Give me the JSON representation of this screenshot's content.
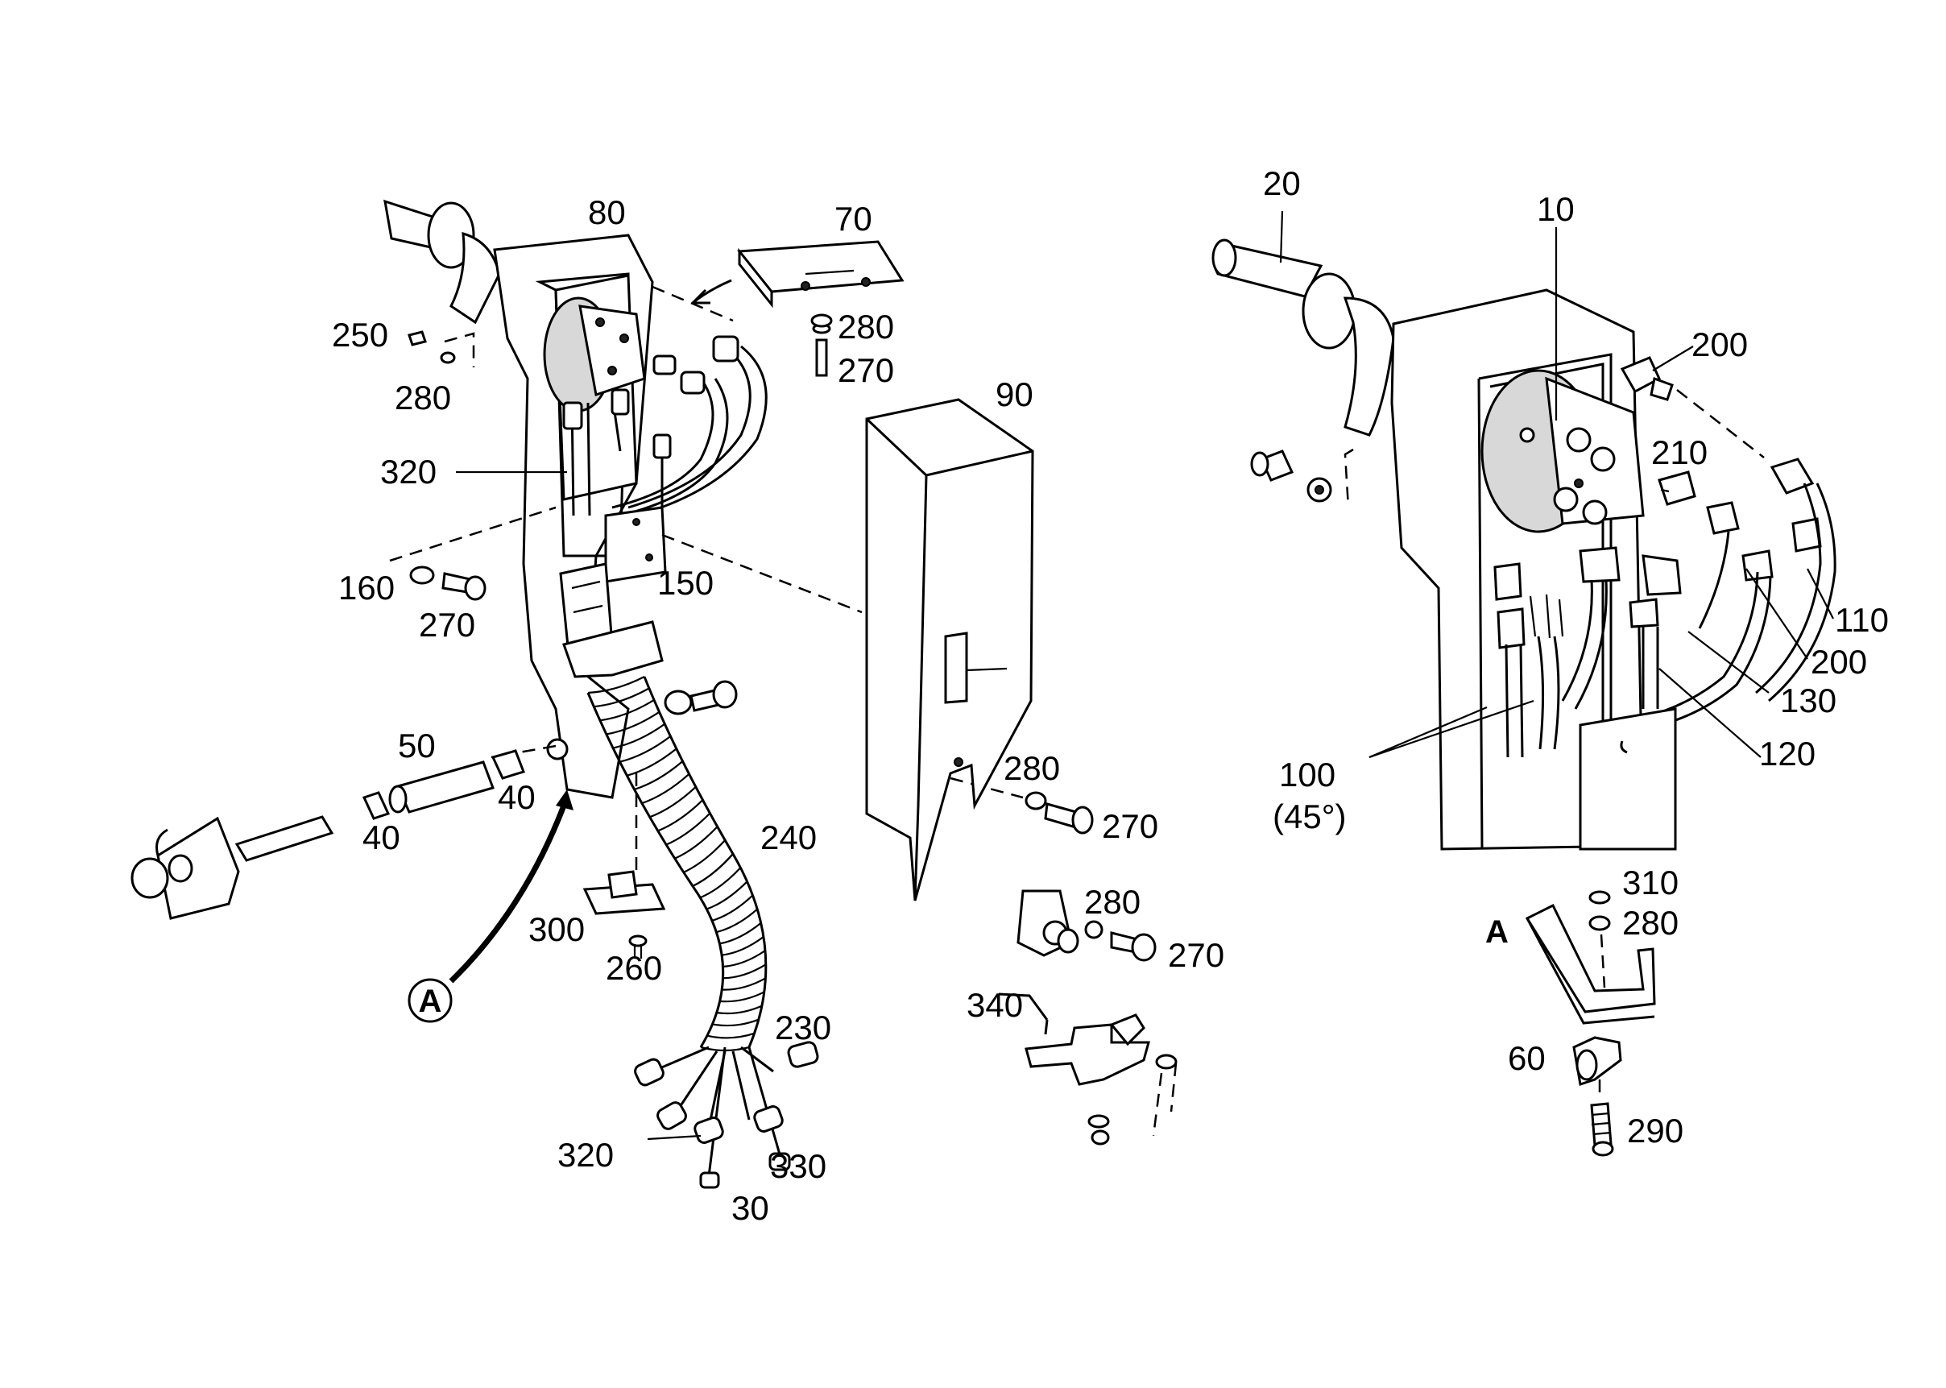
{
  "diagram": {
    "left_assembly": {
      "labels": [
        "80",
        "70",
        "250",
        "280",
        "270",
        "280",
        "320",
        "90",
        "160",
        "270",
        "150",
        "50",
        "40",
        "40",
        "240",
        "280",
        "270",
        "300",
        "260",
        "280",
        "270",
        "340",
        "230",
        "320",
        "330",
        "30"
      ],
      "callout": "A"
    },
    "right_assembly": {
      "labels": [
        "20",
        "10",
        "200",
        "210",
        "110",
        "200",
        "130",
        "120",
        "100",
        "(45°)"
      ]
    },
    "detail_a": {
      "title": "A",
      "labels": [
        "310",
        "280",
        "60",
        "290"
      ]
    }
  }
}
